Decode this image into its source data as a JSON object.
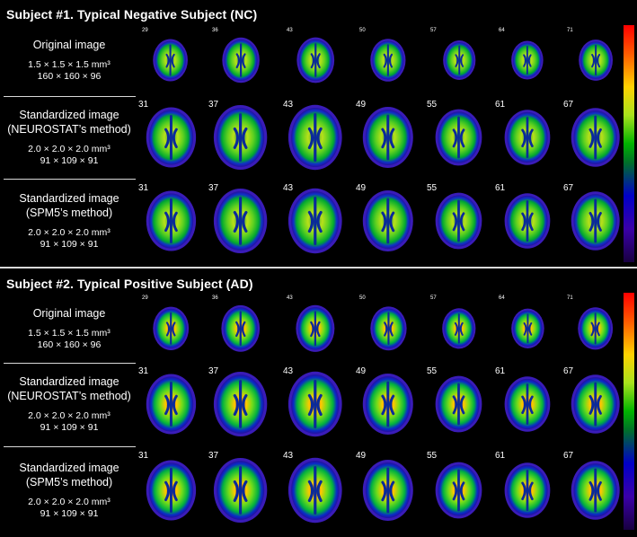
{
  "subjects": [
    {
      "title": "Subject #1. Typical Negative Subject (NC)",
      "rows": [
        {
          "label": "Original image",
          "voxel": "1.5 × 1.5 × 1.5 mm³",
          "dims": "160 × 160 × 96",
          "slices": [
            "29",
            "36",
            "43",
            "50",
            "57",
            "64",
            "71"
          ]
        },
        {
          "label_lines": [
            "Standardized image",
            "(NEUROSTAT’s method)"
          ],
          "voxel": "2.0 × 2.0 × 2.0 mm³",
          "dims": "91 × 109 × 91",
          "slices": [
            "31",
            "37",
            "43",
            "49",
            "55",
            "61",
            "67"
          ]
        },
        {
          "label_lines": [
            "Standardized image",
            "(SPM5’s method)"
          ],
          "voxel": "2.0 × 2.0 × 2.0 mm³",
          "dims": "91 × 109 × 91",
          "slices": [
            "31",
            "37",
            "43",
            "49",
            "55",
            "61",
            "67"
          ]
        }
      ]
    },
    {
      "title": "Subject #2. Typical Positive Subject (AD)",
      "rows": [
        {
          "label": "Original image",
          "voxel": "1.5 × 1.5 × 1.5 mm³",
          "dims": "160 × 160 × 96",
          "slices": [
            "29",
            "36",
            "43",
            "50",
            "57",
            "64",
            "71"
          ]
        },
        {
          "label_lines": [
            "Standardized image",
            "(NEUROSTAT’s method)"
          ],
          "voxel": "2.0 × 2.0 × 2.0 mm³",
          "dims": "91 × 109 × 91",
          "slices": [
            "31",
            "37",
            "43",
            "49",
            "55",
            "61",
            "67"
          ]
        },
        {
          "label_lines": [
            "Standardized image",
            "(SPM5’s method)"
          ],
          "voxel": "2.0 × 2.0 × 2.0 mm³",
          "dims": "91 × 109 × 91",
          "slices": [
            "31",
            "37",
            "43",
            "49",
            "55",
            "61",
            "67"
          ]
        }
      ]
    }
  ],
  "colormap": [
    "#ff0000",
    "#ffd200",
    "#a8e21c",
    "#00b400",
    "#006f2a",
    "#0000c8",
    "#180040"
  ]
}
